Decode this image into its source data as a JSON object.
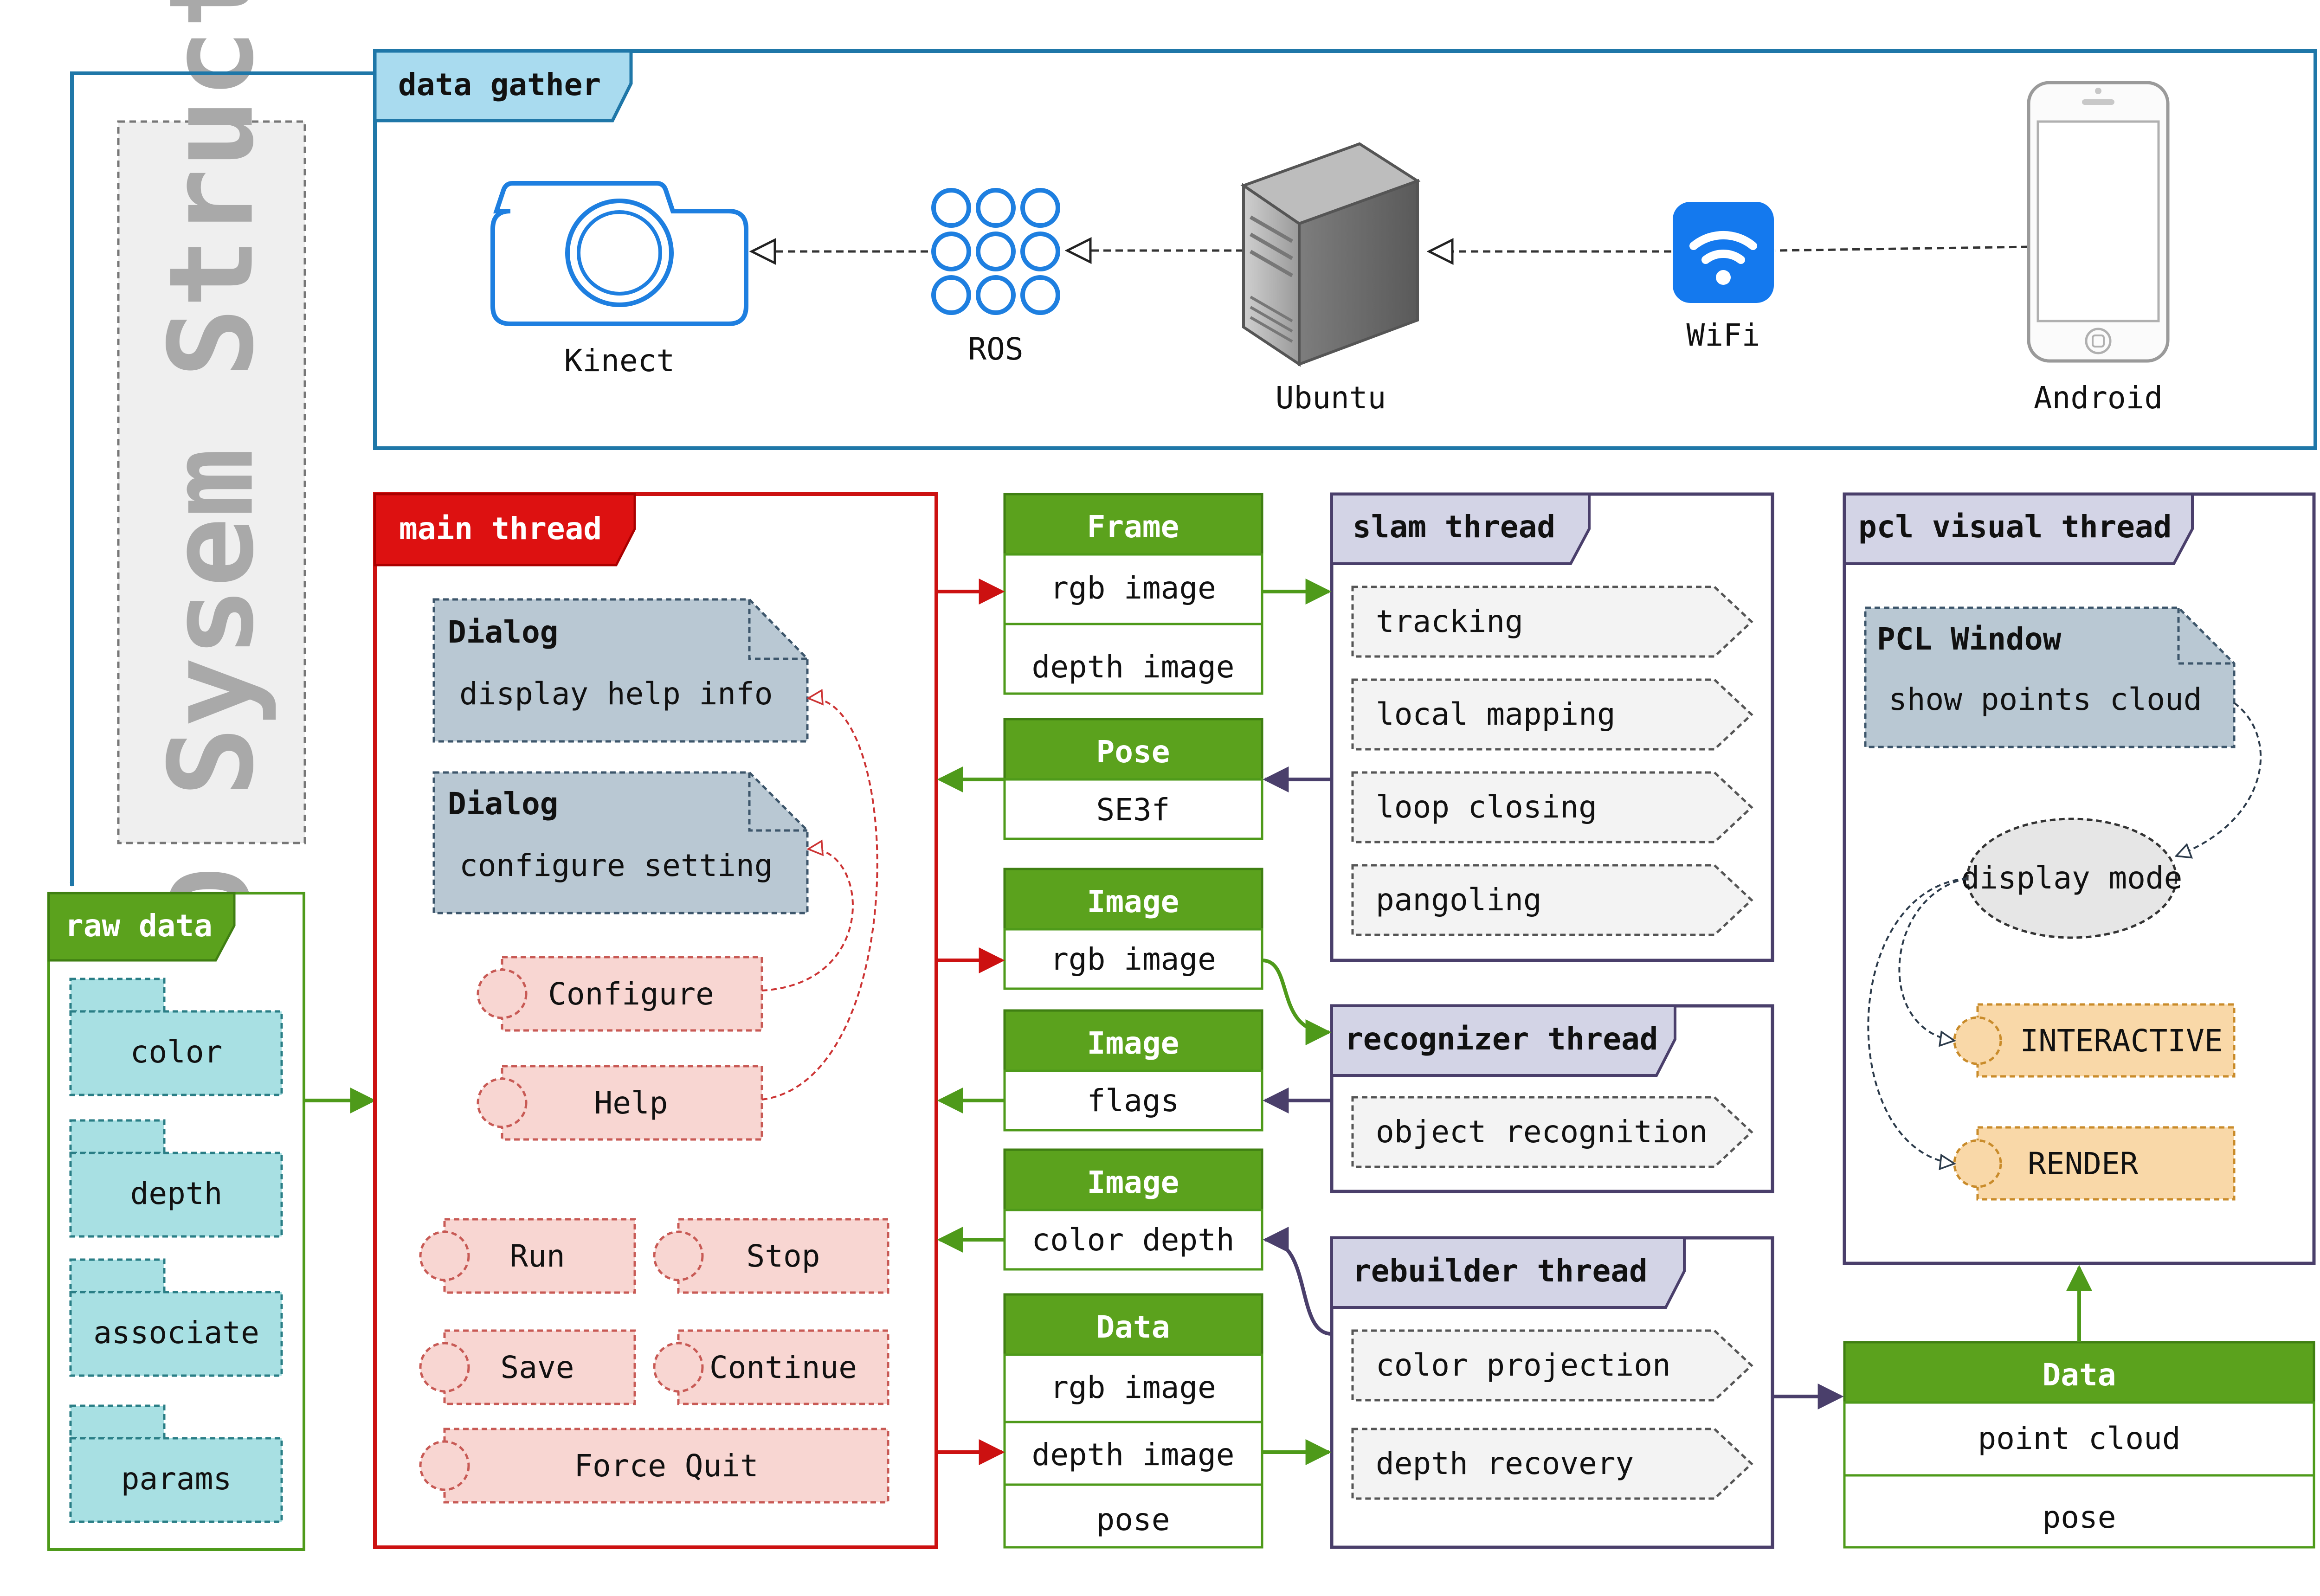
{
  "title": "QRGBD Sysem Structure",
  "colors": {
    "blue": "#1f77a8",
    "red": "#cc1111",
    "green": "#4e9a1a",
    "purple": "#4a3f6b",
    "header_green": "#5ba21d",
    "teal_fill": "#a8e0e3",
    "pink_fill": "#f8d6d2",
    "orange_fill": "#f9d8a8",
    "slate_fill": "#b9c8d3",
    "gray_fill": "#f3f3f3"
  },
  "data_gather": {
    "label": "data gather",
    "devices": [
      {
        "label": "Kinect",
        "icon": "camera-icon"
      },
      {
        "label": "ROS",
        "icon": "ros-icon"
      },
      {
        "label": "Ubuntu",
        "icon": "server-icon"
      },
      {
        "label": "WiFi",
        "icon": "wifi-icon"
      },
      {
        "label": "Android",
        "icon": "phone-icon"
      }
    ]
  },
  "raw_data": {
    "label": "raw data",
    "items": [
      "color",
      "depth",
      "associate",
      "params"
    ]
  },
  "main_thread": {
    "label": "main thread",
    "dialogs": [
      {
        "title": "Dialog",
        "text": "display help info"
      },
      {
        "title": "Dialog",
        "text": "configure setting"
      }
    ],
    "buttons": [
      "Configure",
      "Help",
      "Run",
      "Stop",
      "Save",
      "Continue",
      "Force Quit"
    ]
  },
  "messages": [
    {
      "header": "Frame",
      "rows": [
        "rgb image",
        "depth image"
      ]
    },
    {
      "header": "Pose",
      "rows": [
        "SE3f"
      ]
    },
    {
      "header": "Image",
      "rows": [
        "rgb image"
      ]
    },
    {
      "header": "Image",
      "rows": [
        "flags"
      ]
    },
    {
      "header": "Image",
      "rows": [
        "color depth"
      ]
    },
    {
      "header": "Data",
      "rows": [
        "rgb image",
        "depth image",
        "pose"
      ]
    }
  ],
  "slam_thread": {
    "label": "slam thread",
    "tasks": [
      "tracking",
      "local mapping",
      "loop closing",
      "pangoling"
    ]
  },
  "recognizer_thread": {
    "label": "recognizer thread",
    "tasks": [
      "object recognition"
    ]
  },
  "rebuilder_thread": {
    "label": "rebuilder thread",
    "tasks": [
      "color projection",
      "depth recovery"
    ]
  },
  "pcl_visual_thread": {
    "label": "pcl visual thread",
    "window_title": "PCL Window",
    "window_text": "show points cloud",
    "mode": "display mode",
    "modes": [
      "INTERACTIVE",
      "RENDER"
    ]
  },
  "output_data": {
    "header": "Data",
    "rows": [
      "point cloud",
      "pose"
    ]
  }
}
